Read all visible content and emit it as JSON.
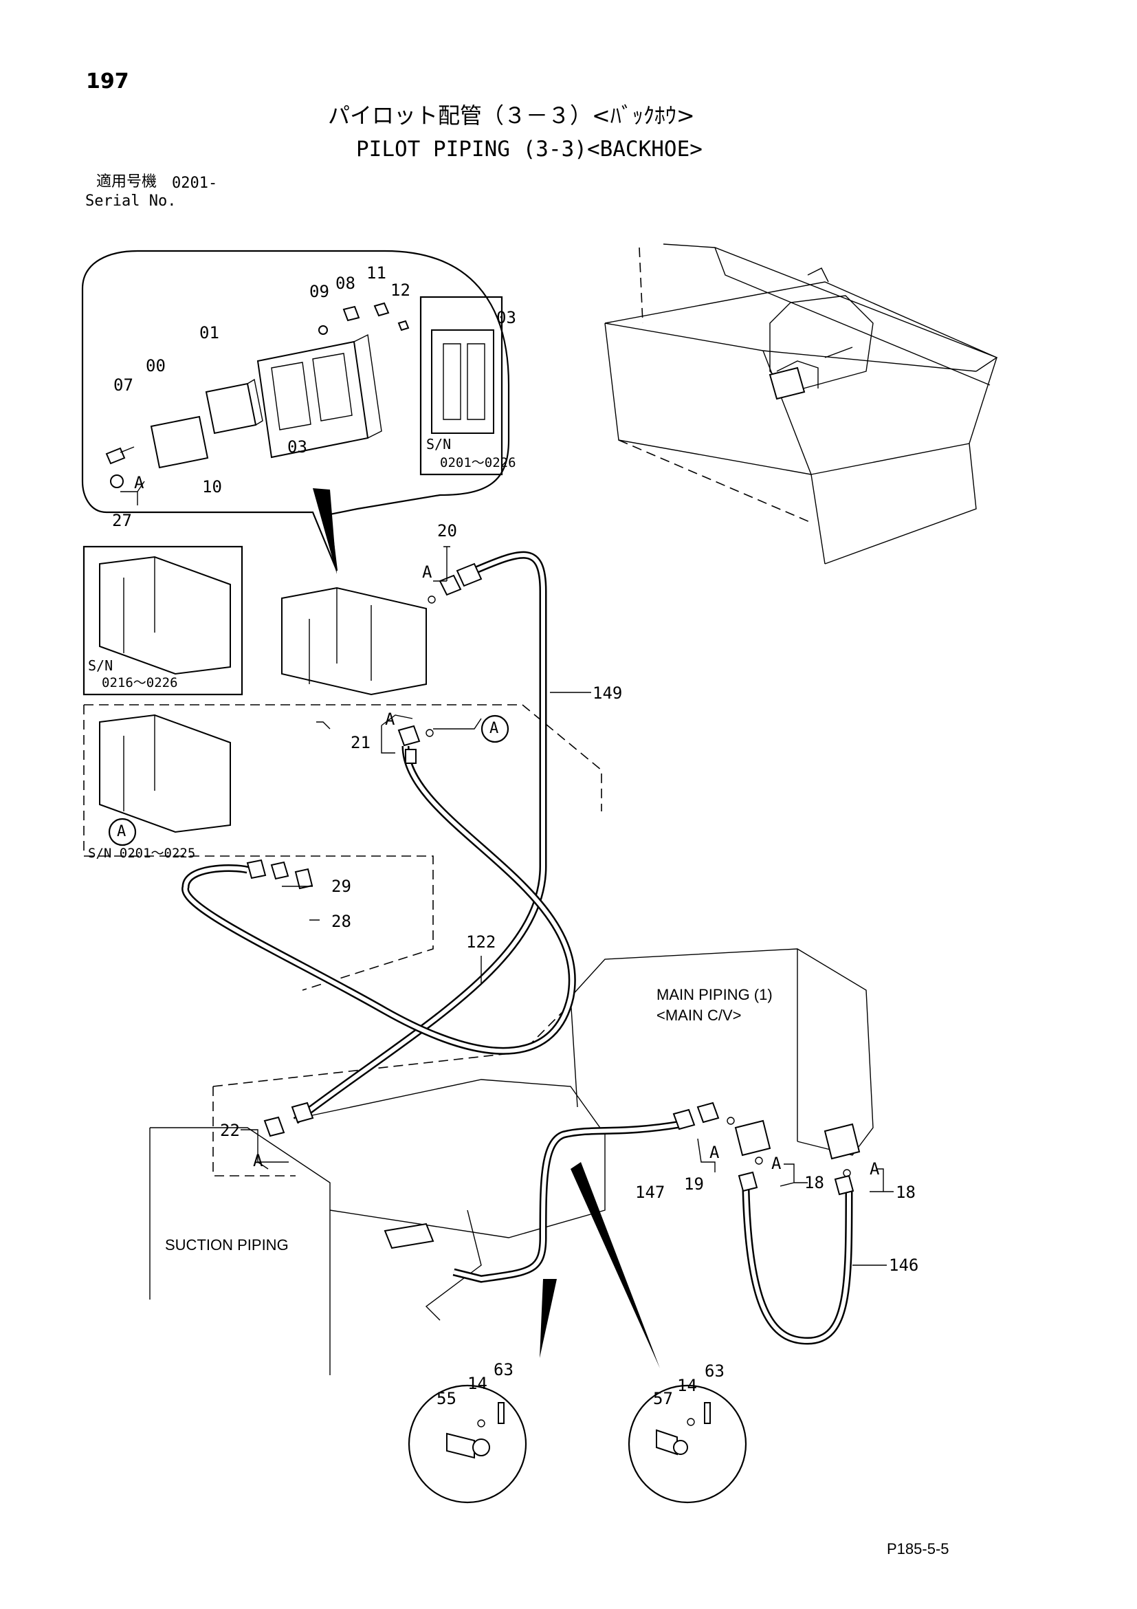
{
  "header": {
    "page_number": "197",
    "title_jp": "パイロット配管（３－３）<ﾊﾞｯｸﾎｳ>",
    "title_en": "PILOT PIPING (3-3)<BACKHOE>",
    "serial_label_jp": "適用号機",
    "serial_value": "0201-",
    "serial_label_en": "Serial No."
  },
  "detail_inset": {
    "part_labels": [
      "09",
      "08",
      "11",
      "12",
      "01",
      "00",
      "07",
      "03",
      "10",
      "A",
      "27"
    ],
    "sub_inset": {
      "part": "03",
      "sn_label": "S/N",
      "sn_range": "0201～0226"
    }
  },
  "variant_boxes": [
    {
      "sn_label": "S/N",
      "sn_range": "0216～0226"
    },
    {
      "circle_ref": "A",
      "sn_text": "S/N 0201～0225"
    }
  ],
  "callouts": {
    "p20": "20",
    "p20_ref": "A",
    "p149": "149",
    "p21": "21",
    "p21_ref": "A",
    "p21_circle": "A",
    "p29": "29",
    "p28": "28",
    "p122": "122",
    "p22": "22",
    "p22_ref": "A",
    "p147": "147",
    "p19": "19",
    "p19_ref": "A",
    "p18a": "18",
    "p18a_ref": "A",
    "p18b": "18",
    "p18b_ref": "A",
    "p146": "146"
  },
  "notes": {
    "main_piping_line1": "MAIN PIPING (1)",
    "main_piping_line2": "<MAIN C/V>",
    "suction_piping": "SUCTION PIPING"
  },
  "clamp_details": [
    {
      "labels": [
        "55",
        "14",
        "63"
      ]
    },
    {
      "labels": [
        "57",
        "14",
        "63"
      ]
    }
  ],
  "footer": {
    "code": "P185-5-5"
  }
}
